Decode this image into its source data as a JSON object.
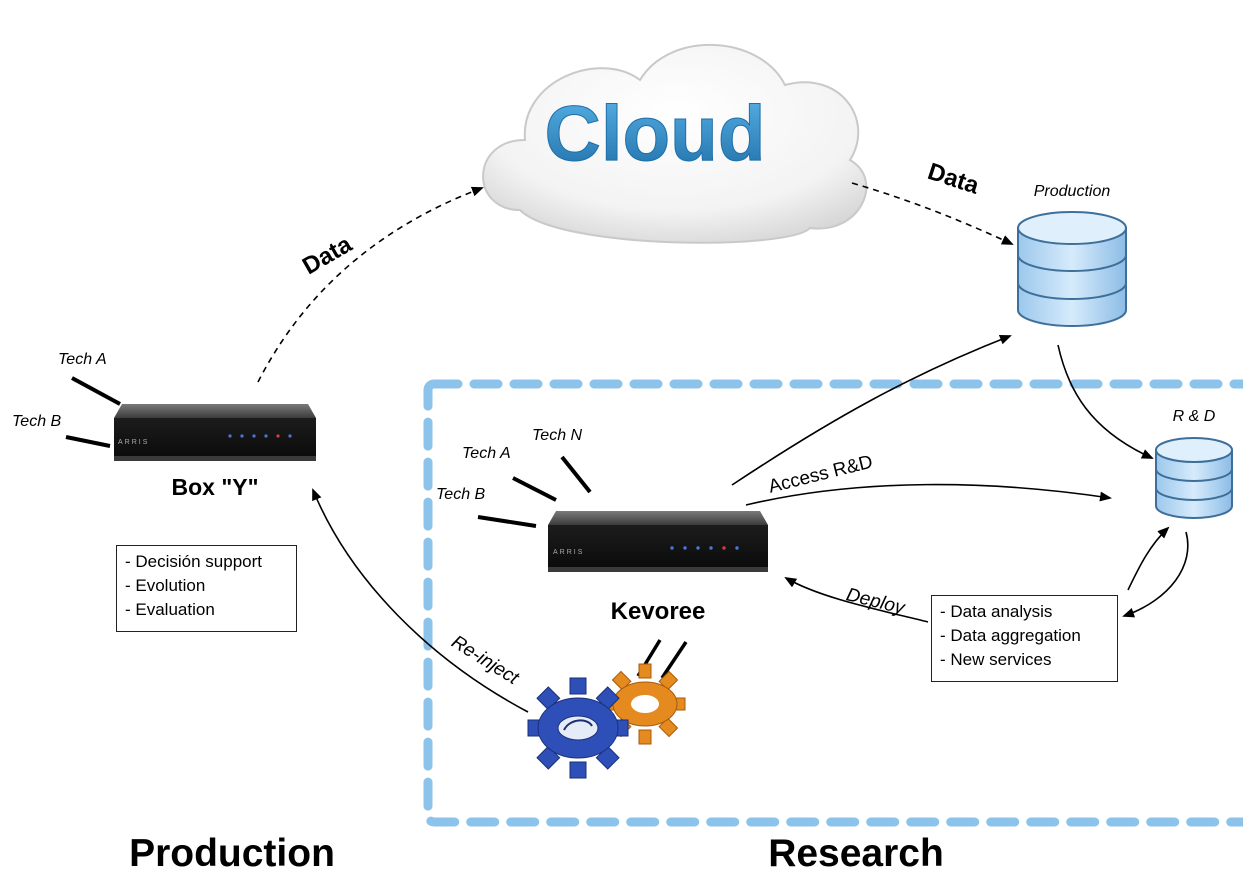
{
  "cloud": {
    "label": "Cloud"
  },
  "flows": {
    "data_left": "Data",
    "data_right": "Data",
    "access_rd": "Access R&D",
    "deploy": "Deploy",
    "reinject": "Re-inject"
  },
  "databases": {
    "production": "Production",
    "rd": "R & D"
  },
  "box_y": {
    "title": "Box \"Y\"",
    "brand": "ARRIS",
    "techs": [
      "Tech A",
      "Tech B"
    ],
    "items": [
      "- Decisión support",
      "- Evolution",
      "- Evaluation"
    ]
  },
  "kevoree": {
    "title": "Kevoree",
    "brand": "ARRIS",
    "techs": [
      "Tech A",
      "Tech N",
      "Tech B"
    ]
  },
  "rd_box": {
    "items": [
      "- Data analysis",
      "- Data aggregation",
      "- New services"
    ]
  },
  "zones": {
    "production": "Production",
    "research": "Research"
  },
  "colors": {
    "cloud_text": "#2e8fc9",
    "db_fill": "#bcdcf4",
    "research_border": "#8cc3ea",
    "gear_blue": "#2f4fb8",
    "gear_orange": "#e58a1f",
    "device_body": "#2a2a2a"
  }
}
